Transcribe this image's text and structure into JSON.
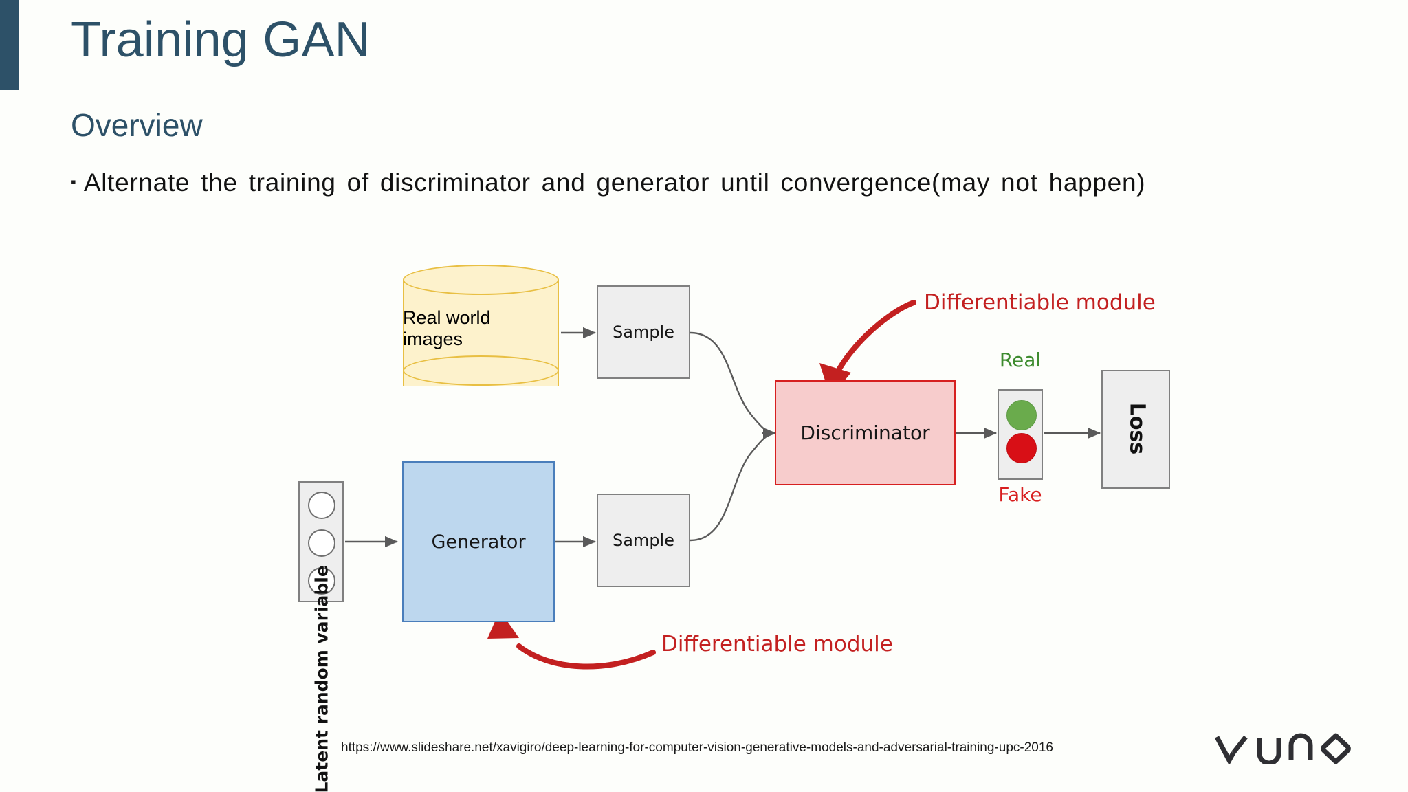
{
  "header": {
    "title": "Training GAN",
    "subtitle": "Overview",
    "accent_color": "#2d5168"
  },
  "bullet": {
    "marker": "▪",
    "text": "Alternate the training of discriminator and generator until convergence(may not happen)"
  },
  "diagram": {
    "database_label": "Real world\nimages",
    "database_line1": "Real world",
    "database_line2": "images",
    "sample_top_label": "Sample",
    "sample_bottom_label": "Sample",
    "generator_label": "Generator",
    "discriminator_label": "Discriminator",
    "latent_label": "Latent random variable",
    "loss_label": "Loss",
    "signal_real_label": "Real",
    "signal_fake_label": "Fake",
    "diff_module_top_label": "Differentiable module",
    "diff_module_bottom_label": "Differentiable module",
    "colors": {
      "database_fill": "#fdf2cc",
      "database_stroke": "#e8bf43",
      "generator_fill": "#bdd7ee",
      "generator_stroke": "#4a7ebb",
      "discriminator_fill": "#f7cccc",
      "discriminator_stroke": "#d62020",
      "neutral_fill": "#eeeeee",
      "neutral_stroke": "#808080",
      "annotation_red": "#c32020",
      "real_green": "#3d8b2e",
      "fake_red": "#d81f1f",
      "signal_green": "#6aab4c",
      "signal_red": "#d80f16",
      "connector_grey": "#5a5a5a"
    }
  },
  "footer": {
    "source_url": "https://www.slideshare.net/xavigiro/deep-learning-for-computer-vision-generative-models-and-adversarial-training-upc-2016",
    "brand_name": "vuno"
  }
}
